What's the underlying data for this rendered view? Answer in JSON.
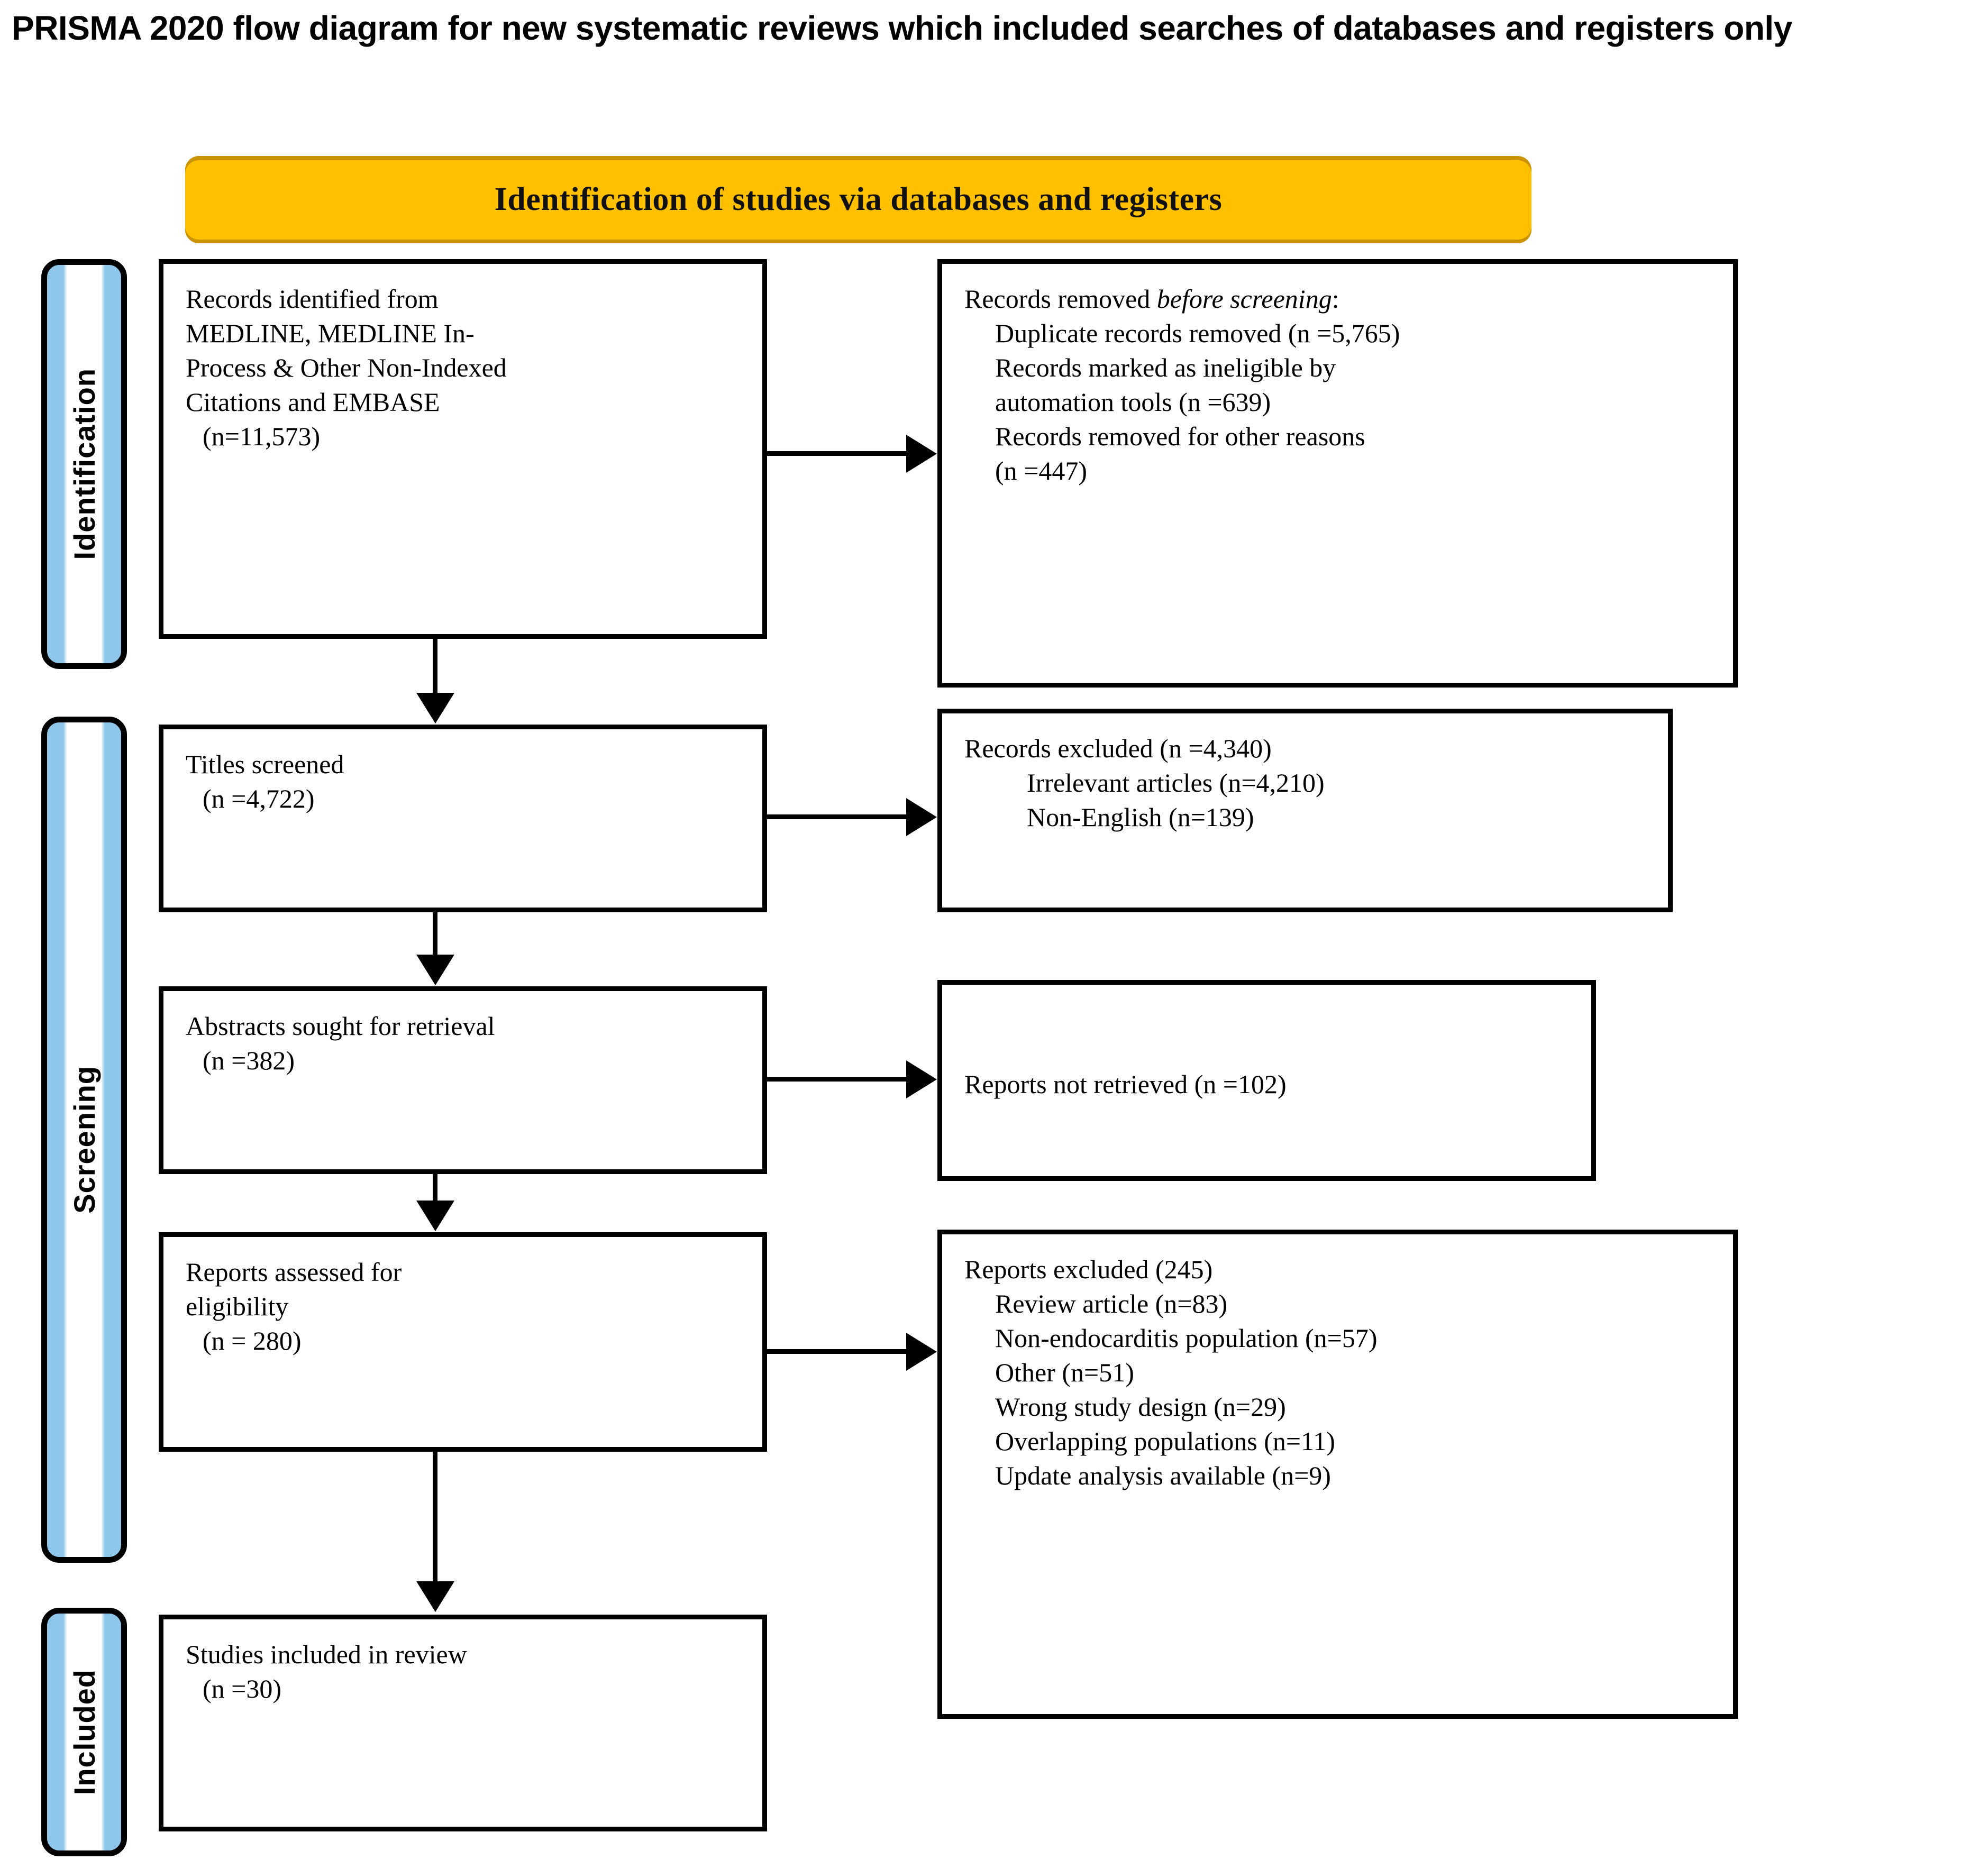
{
  "title": "PRISMA 2020 flow diagram for new systematic reviews which included searches of databases and registers only",
  "banner": {
    "label": "Identification of studies via databases and registers"
  },
  "stages": [
    {
      "id": "identification",
      "label": "Identification"
    },
    {
      "id": "screening",
      "label": "Screening"
    },
    {
      "id": "included",
      "label": "Included"
    }
  ],
  "colors": {
    "banner_fill": "#ffc000",
    "banner_shadow": "#c99400",
    "stage_blue": "#8ec7ea",
    "box_border": "#000000",
    "page_background": "#ffffff"
  },
  "boxes": {
    "identified": {
      "lines": [
        "Records identified from",
        "MEDLINE, MEDLINE In-",
        "Process & Other Non-Indexed",
        "Citations and EMBASE",
        "(n=11,573)"
      ]
    },
    "removed_before_screening": {
      "heading_prefix": "Records removed ",
      "heading_italic": "before screening",
      "heading_suffix": ":",
      "items": [
        "Duplicate records removed  (n =5,765)",
        "Records marked as ineligible by",
        "automation tools (n =639)",
        "Records removed for other reasons",
        "(n =447)"
      ]
    },
    "titles_screened": {
      "lines": [
        "Titles screened",
        "(n =4,722)"
      ]
    },
    "records_excluded": {
      "heading": "Records excluded  (n =4,340)",
      "items": [
        "Irrelevant articles (n=4,210)",
        "Non-English (n=139)"
      ]
    },
    "abstracts_sought": {
      "lines": [
        "Abstracts sought for retrieval",
        "(n =382)"
      ]
    },
    "reports_not_retrieved": {
      "lines": [
        "Reports not retrieved  (n =102)"
      ]
    },
    "reports_assessed": {
      "lines": [
        "Reports assessed for",
        "eligibility",
        "(n = 280)"
      ]
    },
    "reports_excluded": {
      "heading": "Reports excluded (245)",
      "items": [
        "Review  article (n=83)",
        "Non-endocarditis population  (n=57)",
        "Other (n=51)",
        "Wrong study design (n=29)",
        "Overlapping populations (n=11)",
        "Update analysis available (n=9)"
      ]
    },
    "studies_included": {
      "lines": [
        "Studies included in review",
        "(n =30)"
      ]
    }
  },
  "chart_data": {
    "type": "diagram",
    "title": "PRISMA 2020 flow diagram for new systematic reviews which included searches of databases and registers only",
    "nodes": [
      {
        "id": "identified",
        "stage": "Identification",
        "label": "Records identified from MEDLINE, MEDLINE In-Process & Other Non-Indexed Citations and EMBASE",
        "n": 11573
      },
      {
        "id": "duplicates_removed",
        "stage": "Identification",
        "label": "Duplicate records removed",
        "n": 5765
      },
      {
        "id": "ineligible_automation",
        "stage": "Identification",
        "label": "Records marked as ineligible by automation tools",
        "n": 639
      },
      {
        "id": "removed_other",
        "stage": "Identification",
        "label": "Records removed for other reasons",
        "n": 447
      },
      {
        "id": "titles_screened",
        "stage": "Screening",
        "label": "Titles screened",
        "n": 4722
      },
      {
        "id": "records_excluded",
        "stage": "Screening",
        "label": "Records excluded",
        "n": 4340
      },
      {
        "id": "irrelevant",
        "stage": "Screening",
        "label": "Irrelevant articles",
        "n": 4210
      },
      {
        "id": "non_english",
        "stage": "Screening",
        "label": "Non-English",
        "n": 139
      },
      {
        "id": "abstracts_sought",
        "stage": "Screening",
        "label": "Abstracts sought for retrieval",
        "n": 382
      },
      {
        "id": "not_retrieved",
        "stage": "Screening",
        "label": "Reports not retrieved",
        "n": 102
      },
      {
        "id": "assessed",
        "stage": "Screening",
        "label": "Reports assessed for eligibility",
        "n": 280
      },
      {
        "id": "reports_excluded",
        "stage": "Screening",
        "label": "Reports excluded",
        "n": 245
      },
      {
        "id": "review_article",
        "stage": "Screening",
        "label": "Review article",
        "n": 83
      },
      {
        "id": "non_endocarditis",
        "stage": "Screening",
        "label": "Non-endocarditis population",
        "n": 57
      },
      {
        "id": "other",
        "stage": "Screening",
        "label": "Other",
        "n": 51
      },
      {
        "id": "wrong_design",
        "stage": "Screening",
        "label": "Wrong study design",
        "n": 29
      },
      {
        "id": "overlapping",
        "stage": "Screening",
        "label": "Overlapping populations",
        "n": 11
      },
      {
        "id": "update_analysis",
        "stage": "Screening",
        "label": "Update analysis available",
        "n": 9
      },
      {
        "id": "included",
        "stage": "Included",
        "label": "Studies included in review",
        "n": 30
      }
    ],
    "edges": [
      {
        "from": "identified",
        "to": "duplicates_removed",
        "direction": "right"
      },
      {
        "from": "identified",
        "to": "titles_screened",
        "direction": "down"
      },
      {
        "from": "titles_screened",
        "to": "records_excluded",
        "direction": "right"
      },
      {
        "from": "titles_screened",
        "to": "abstracts_sought",
        "direction": "down"
      },
      {
        "from": "abstracts_sought",
        "to": "not_retrieved",
        "direction": "right"
      },
      {
        "from": "abstracts_sought",
        "to": "assessed",
        "direction": "down"
      },
      {
        "from": "assessed",
        "to": "reports_excluded",
        "direction": "right"
      },
      {
        "from": "assessed",
        "to": "included",
        "direction": "down"
      }
    ]
  }
}
